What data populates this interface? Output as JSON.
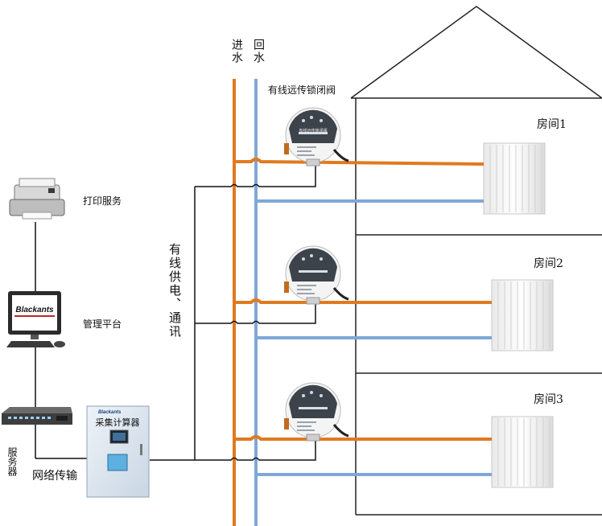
{
  "colors": {
    "supply_pipe": "#E07A1F",
    "return_pipe": "#7FA7D8",
    "wire": "#111111",
    "house_outline": "#222222"
  },
  "pipes": {
    "supply_label": "进水",
    "return_label": "回水"
  },
  "valve_caption": "有线远传锁闭阀",
  "valve_device_text": "有线远传锁闭阀",
  "rooms": [
    {
      "label": "房间1"
    },
    {
      "label": "房间2"
    },
    {
      "label": "房间3"
    }
  ],
  "power_comm_label": "有线供电、通讯",
  "devices": {
    "printer_label": "打印服务",
    "platform_label": "管理平台",
    "monitor_brand": "Blackants",
    "server_label": "服务器",
    "network_label": "网络传输"
  },
  "collector": {
    "brand": "Blackants",
    "title": "采集计算器"
  }
}
